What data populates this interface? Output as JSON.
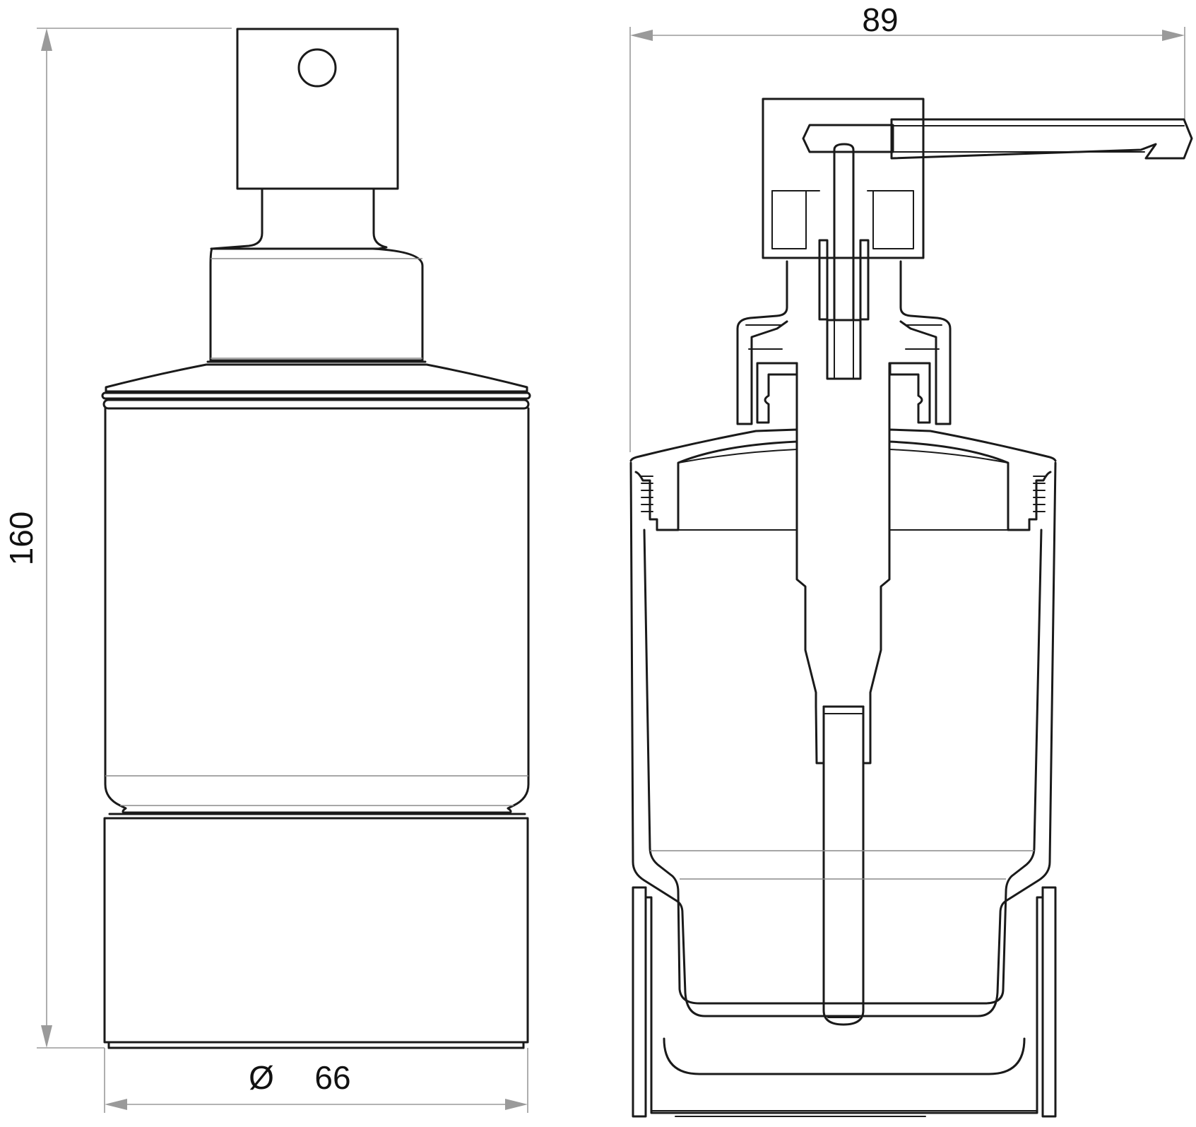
{
  "dimensions": {
    "height_label": "160",
    "diameter_symbol": "Ø",
    "diameter_value": "66",
    "depth_label": "89"
  },
  "views": [
    "front-view",
    "side-section-view"
  ],
  "colors": {
    "outline": "#1a1a1a",
    "dimension_line": "#9a9a9a",
    "text": "#111111",
    "background": "#ffffff"
  }
}
